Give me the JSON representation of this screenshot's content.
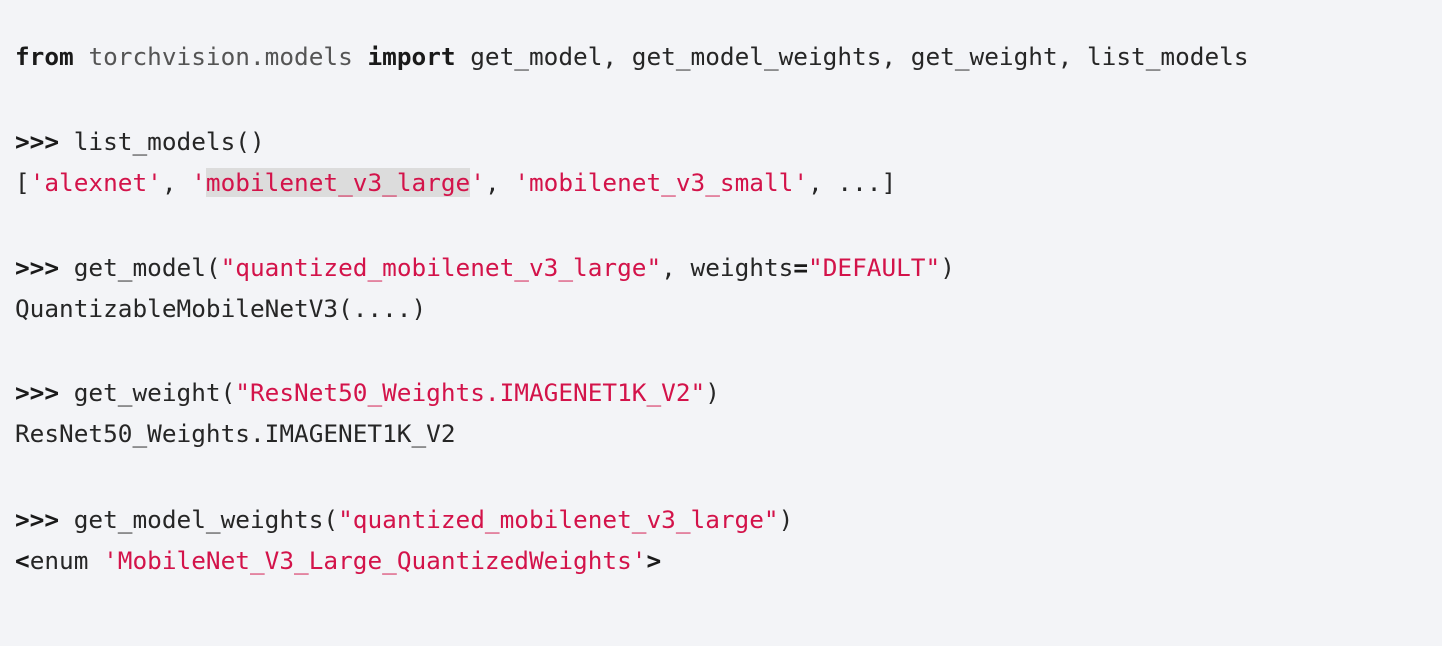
{
  "code": {
    "line1": {
      "kw_from": "from",
      "module": "torchvision.models",
      "kw_import": "import",
      "names": "get_model, get_model_weights, get_weight, list_models"
    },
    "line2": {
      "prompt": ">>>",
      "call": "list_models()"
    },
    "line3": {
      "open": "[",
      "s1": "'alexnet'",
      "sep1": ", ",
      "s2_q1": "'",
      "s2_body": "mobilenet_v3_large",
      "s2_q2": "'",
      "sep2": ", ",
      "s3": "'mobilenet_v3_small'",
      "tail": ", ...]"
    },
    "line4": {
      "prompt": ">>>",
      "fn": "get_model(",
      "arg1": "\"quantized_mobilenet_v3_large\"",
      "sep": ", weights",
      "eq": "=",
      "arg2": "\"DEFAULT\"",
      "close": ")"
    },
    "line5": {
      "text": "QuantizableMobileNetV3(....)"
    },
    "line6": {
      "prompt": ">>>",
      "fn": "get_weight(",
      "arg": "\"ResNet50_Weights.IMAGENET1K_V2\"",
      "close": ")"
    },
    "line7": {
      "text": "ResNet50_Weights.IMAGENET1K_V2"
    },
    "line8": {
      "prompt": ">>>",
      "fn": "get_model_weights(",
      "arg": "\"quantized_mobilenet_v3_large\"",
      "close": ")"
    },
    "line9": {
      "lt": "<",
      "word": "enum ",
      "str": "'MobileNet_V3_Large_QuantizedWeights'",
      "gt": ">"
    }
  },
  "colors": {
    "background": "#f3f4f7",
    "string": "#d3134a",
    "text": "#262626",
    "highlight": "#dcdcdc"
  }
}
